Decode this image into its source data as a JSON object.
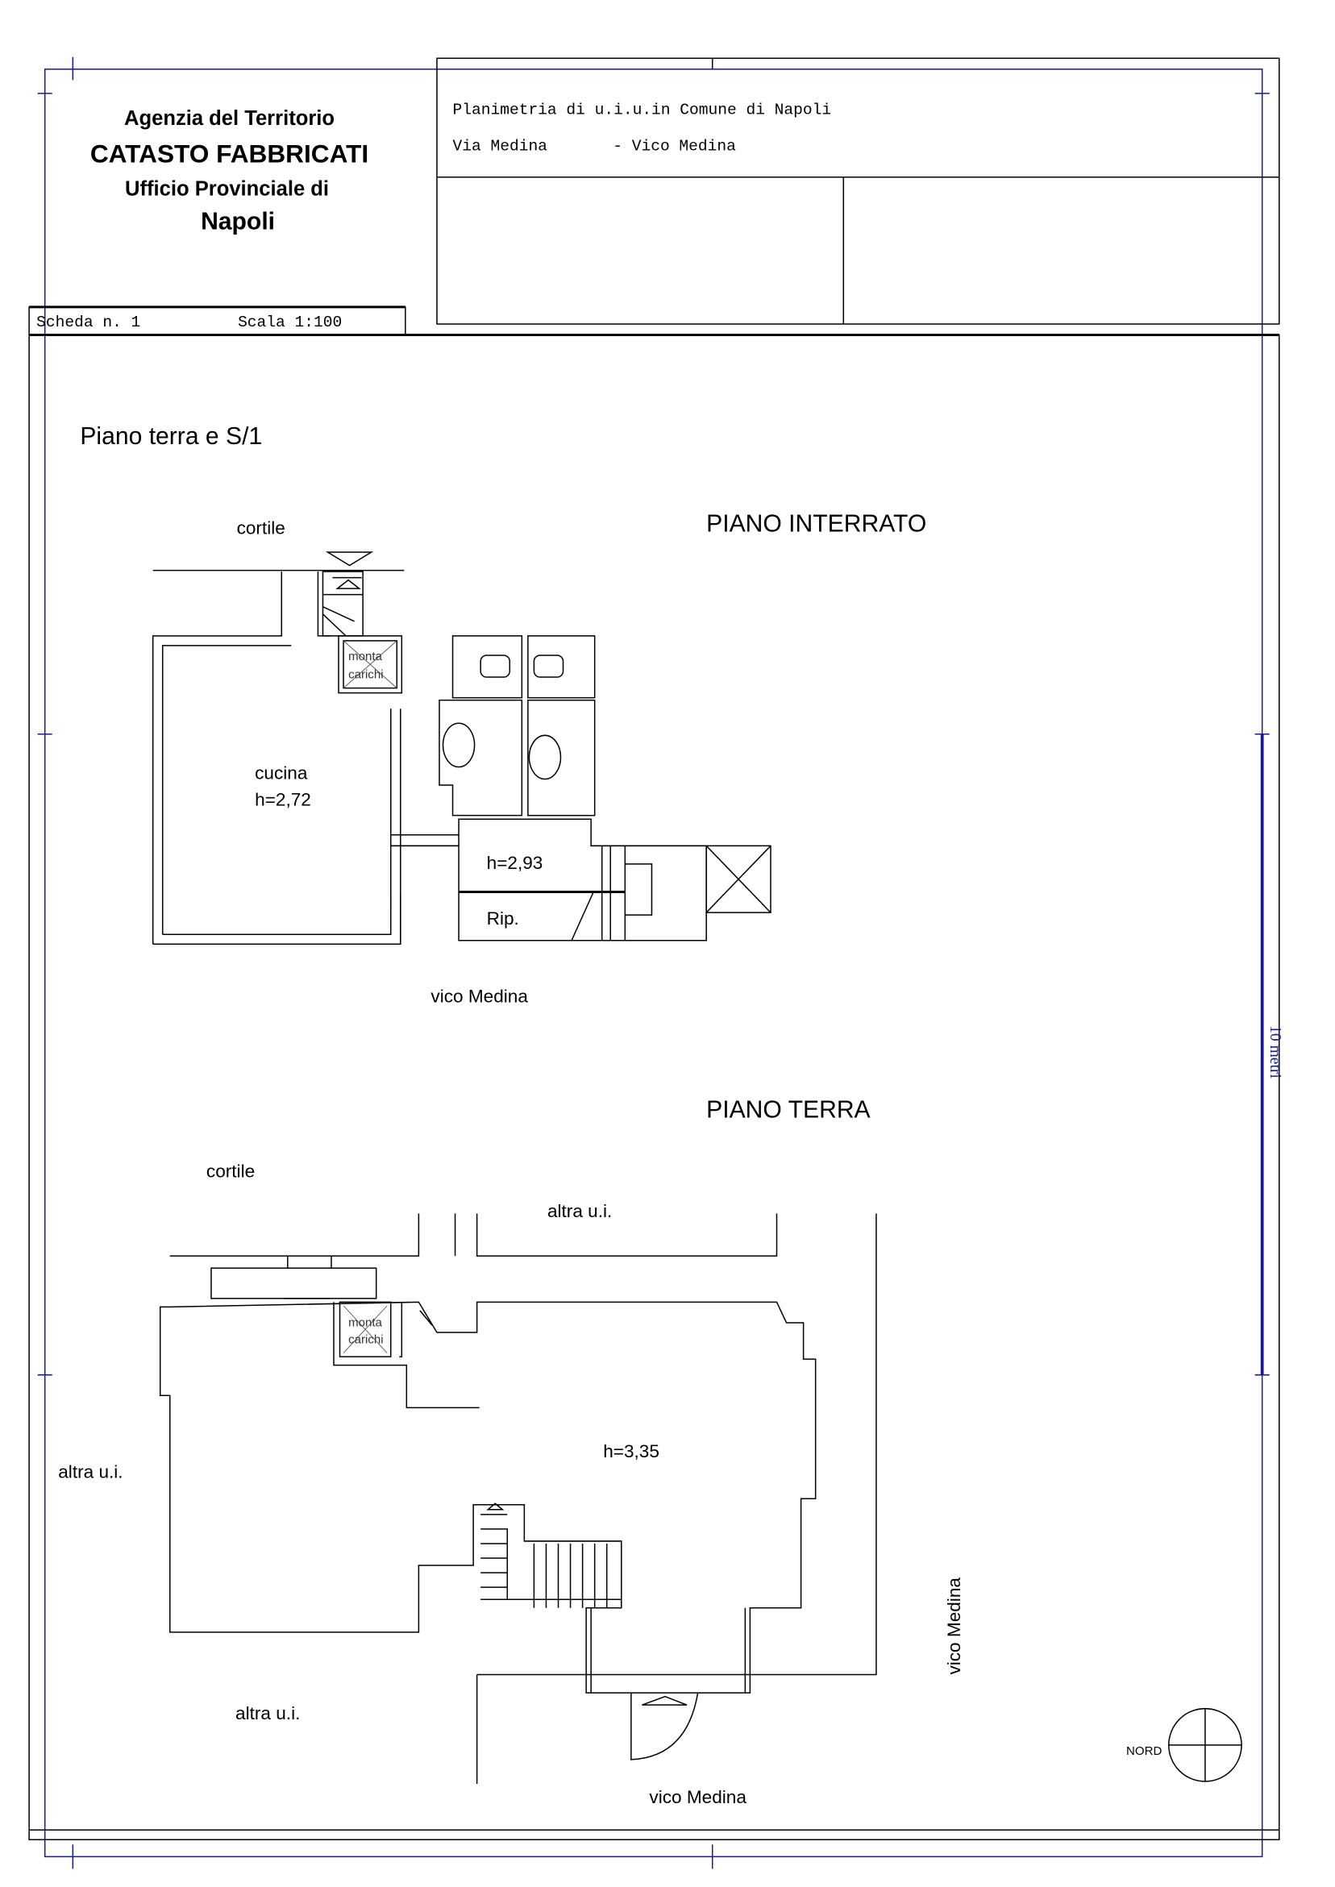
{
  "header": {
    "agency": "Agenzia del Territorio",
    "department": "CATASTO FABBRICATI",
    "office": "Ufficio Provinciale di",
    "city": "Napoli",
    "plan_title": "Planimetria di u.i.u.in Comune di Napoli",
    "address_1": "Via Medina",
    "address_2": "- Vico Medina",
    "sheet": "Scheda n. 1",
    "scale": "Scala 1:100"
  },
  "drawing": {
    "subtitle": "Piano terra e S/1",
    "scale_bar_label": "10 metri",
    "scale_bar_color": "#1a1a8c",
    "north_label": "NORD",
    "basement": {
      "title": "PIANO INTERRATO",
      "cortile": "cortile",
      "montacarichi_1": "monta",
      "montacarichi_2": "carichi",
      "kitchen": "cucina",
      "kitchen_height": "h=2,72",
      "hall_height": "h=2,93",
      "storage": "Rip.",
      "street": "vico Medina"
    },
    "ground": {
      "title": "PIANO TERRA",
      "cortile": "cortile",
      "other_unit_top": "altra u.i.",
      "other_unit_left": "altra u.i.",
      "other_unit_bottom": "altra u.i.",
      "montacarichi_1": "monta",
      "montacarichi_2": "carichi",
      "height": "h=3,35",
      "street_side": "vico Medina",
      "street_bottom": "vico Medina"
    }
  }
}
